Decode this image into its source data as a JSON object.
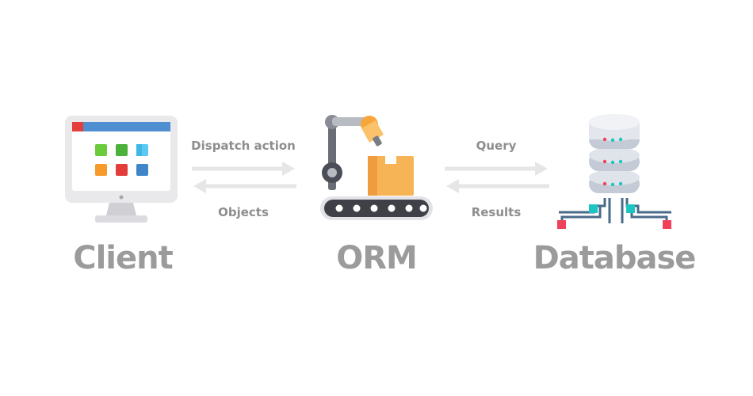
{
  "nodes": {
    "client": {
      "label": "Client"
    },
    "orm": {
      "label": "ORM"
    },
    "database": {
      "label": "Database"
    }
  },
  "edges": {
    "dispatch": {
      "label": "Dispatch action",
      "direction": "client-to-orm"
    },
    "objects": {
      "label": "Objects",
      "direction": "orm-to-client"
    },
    "query": {
      "label": "Query",
      "direction": "orm-to-database"
    },
    "results": {
      "label": "Results",
      "direction": "database-to-orm"
    }
  },
  "colors": {
    "label": "#9b9b9b",
    "arrow": "#e6e6e6",
    "monitor_bezel": "#e8e8e8",
    "monitor_titlebar": "#4f8fd1",
    "conveyor": "#3f4048",
    "box": "#f5b45a",
    "server": "#d8dde6",
    "cable": "#4a6a8a",
    "connector_teal": "#1bc5c1",
    "connector_red": "#f0415a"
  },
  "icons": {
    "client": "monitor-icon",
    "orm": "robot-arm-conveyor-icon",
    "database": "server-stack-icon"
  }
}
